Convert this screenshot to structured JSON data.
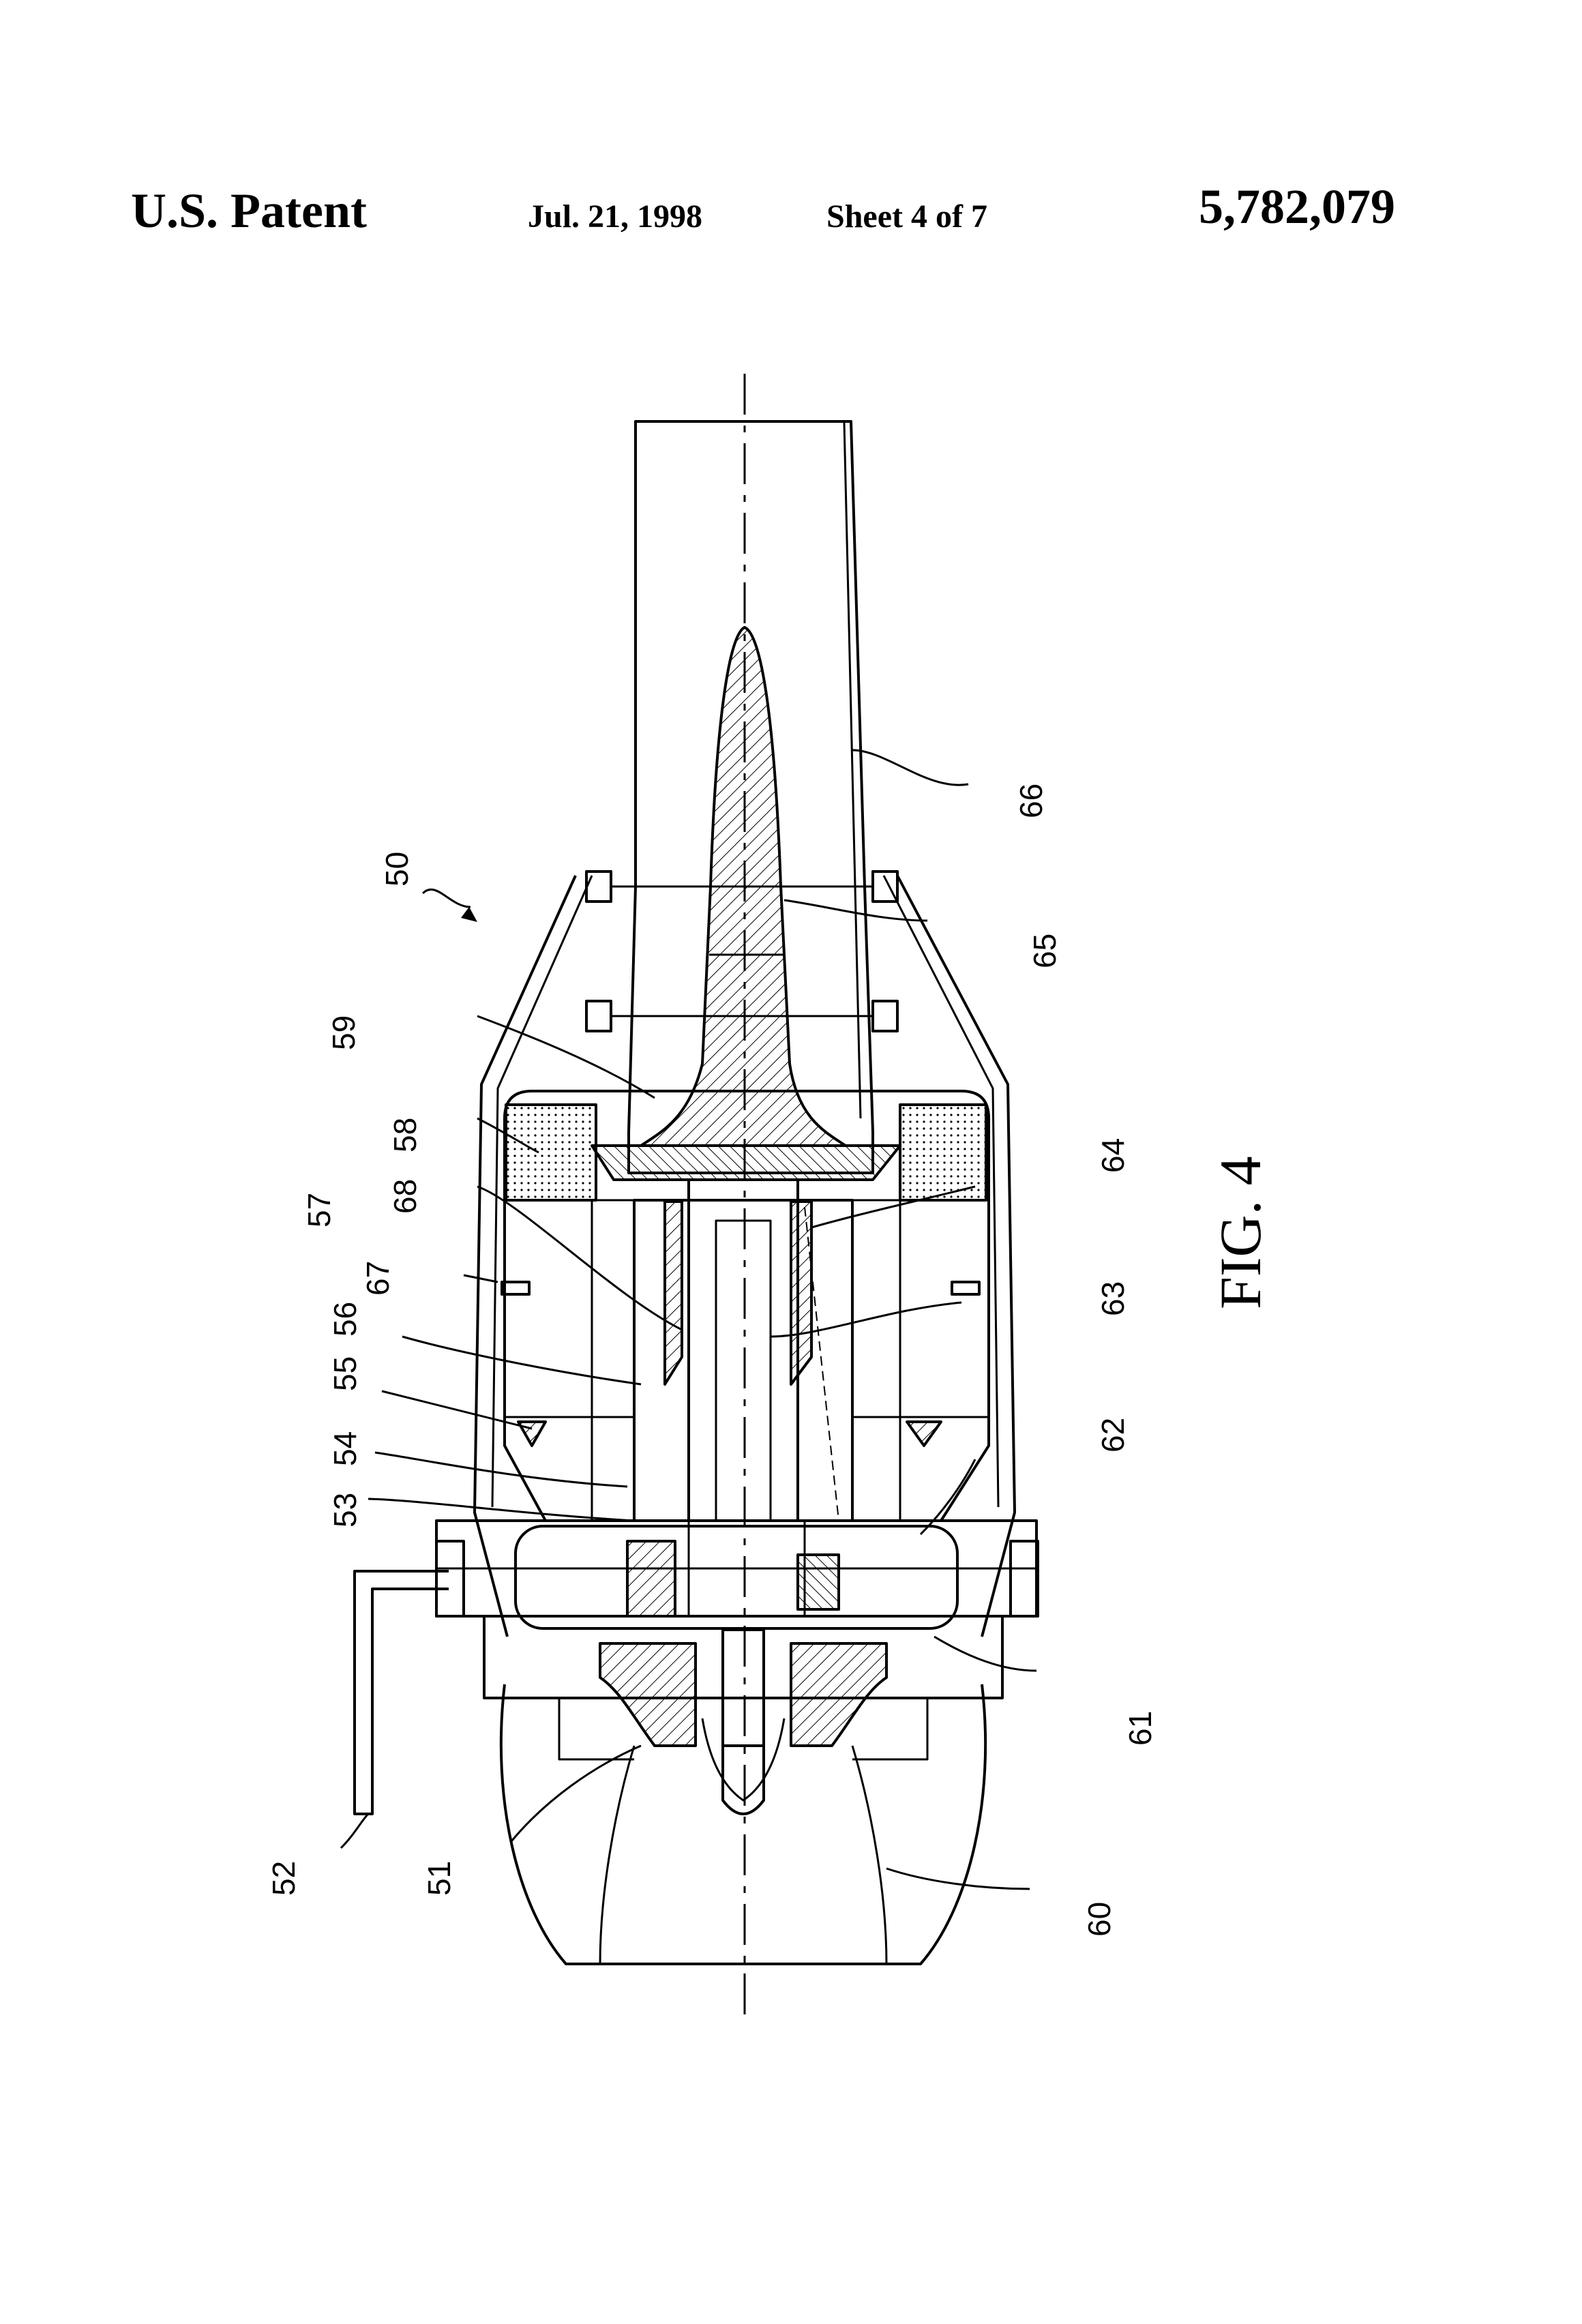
{
  "header": {
    "label": "U.S. Patent",
    "date": "Jul. 21, 1998",
    "sheet": "Sheet 4 of 7",
    "patent_number": "5,782,079"
  },
  "figure": {
    "caption": "FIG. 4",
    "reference_numerals": [
      "50",
      "51",
      "52",
      "53",
      "54",
      "55",
      "56",
      "57",
      "58",
      "59",
      "60",
      "61",
      "62",
      "63",
      "64",
      "65",
      "66",
      "67",
      "68"
    ]
  }
}
